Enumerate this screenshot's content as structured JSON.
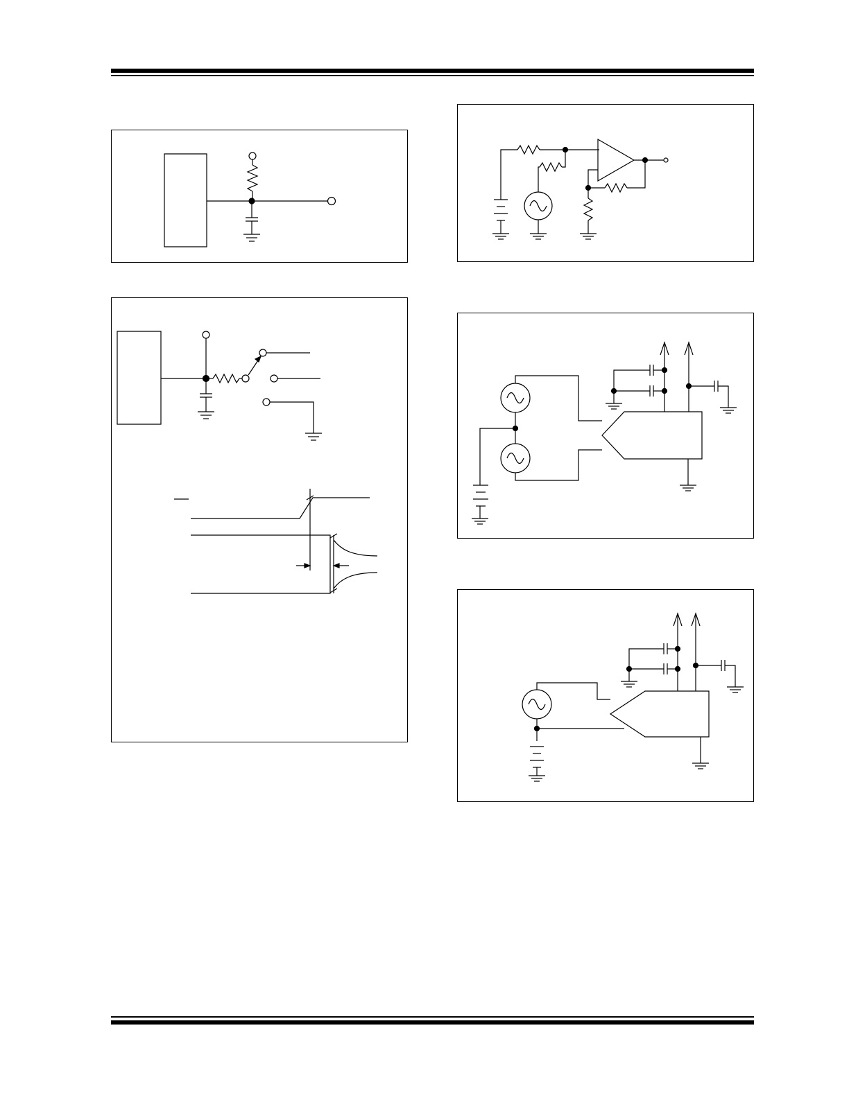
{
  "page": {
    "header_rule": "double-rule",
    "footer_rule": "double-rule"
  },
  "figures": [
    {
      "id": "fig-rc-input",
      "kind": "rc-input-circuit"
    },
    {
      "id": "fig-opamp",
      "kind": "opamp-circuit"
    },
    {
      "id": "fig-switch-timing",
      "kind": "switch-circuit-and-timing"
    },
    {
      "id": "fig-differential",
      "kind": "differential-adc-circuit"
    },
    {
      "id": "fig-single-ended",
      "kind": "single-ended-adc-circuit"
    }
  ],
  "colors": {
    "line": "#000000",
    "background": "#ffffff"
  }
}
